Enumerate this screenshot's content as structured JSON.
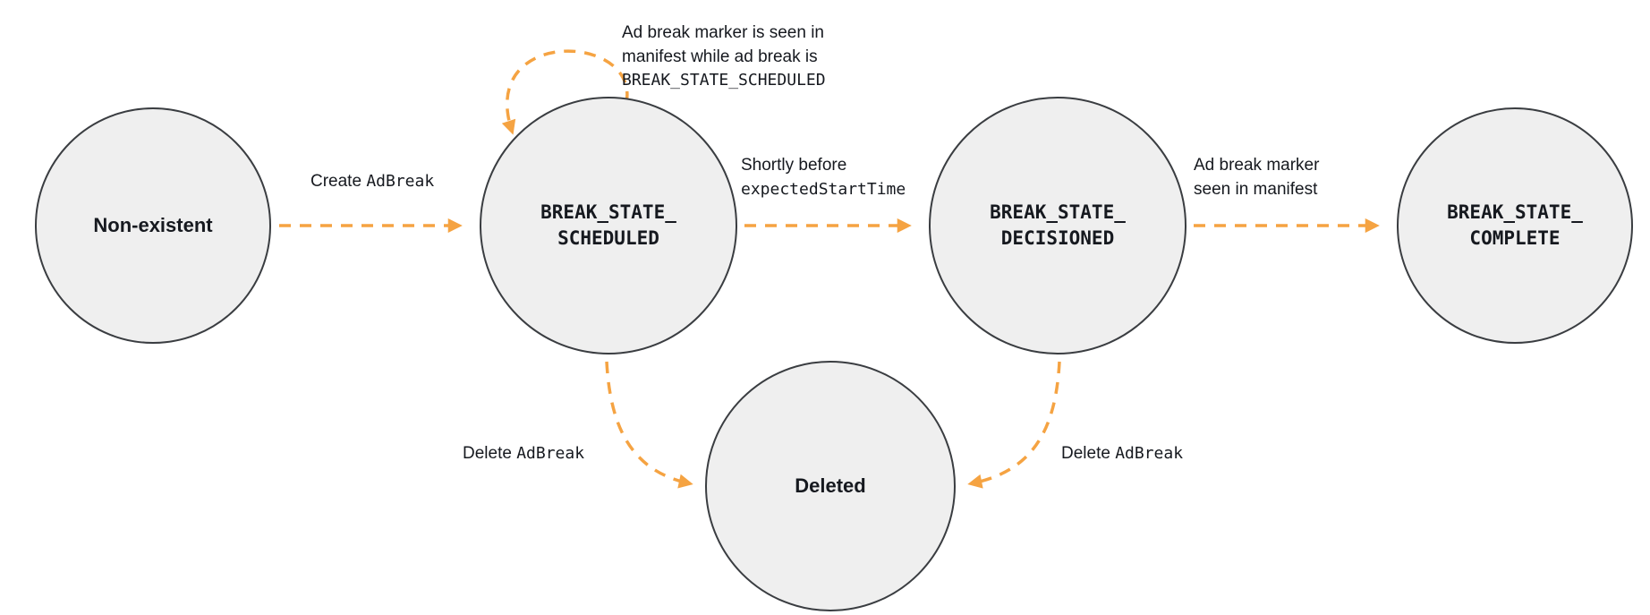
{
  "colors": {
    "arrow": "#F5A342",
    "node_fill": "#EFEFEF",
    "node_border": "#3A3D41",
    "text": "#16191F"
  },
  "states": {
    "non_existent": {
      "label": "Non-existent"
    },
    "scheduled": {
      "line1": "BREAK_STATE_",
      "line2": "SCHEDULED"
    },
    "decisioned": {
      "line1": "BREAK_STATE_",
      "line2": "DECISIONED"
    },
    "complete": {
      "line1": "BREAK_STATE_",
      "line2": "COMPLETE"
    },
    "deleted": {
      "label": "Deleted"
    }
  },
  "edges": {
    "create": {
      "text": "Create ",
      "code": "AdBreak"
    },
    "self_loop": {
      "line1": "Ad break marker is seen in",
      "line2": "manifest while ad break is",
      "code": "BREAK_STATE_SCHEDULED"
    },
    "decision": {
      "text": "Shortly before",
      "code": "expectedStartTime"
    },
    "complete": {
      "line1": "Ad break marker",
      "line2": "seen in manifest"
    },
    "delete_left": {
      "text": "Delete ",
      "code": "AdBreak"
    },
    "delete_right": {
      "text": "Delete ",
      "code": "AdBreak"
    }
  }
}
